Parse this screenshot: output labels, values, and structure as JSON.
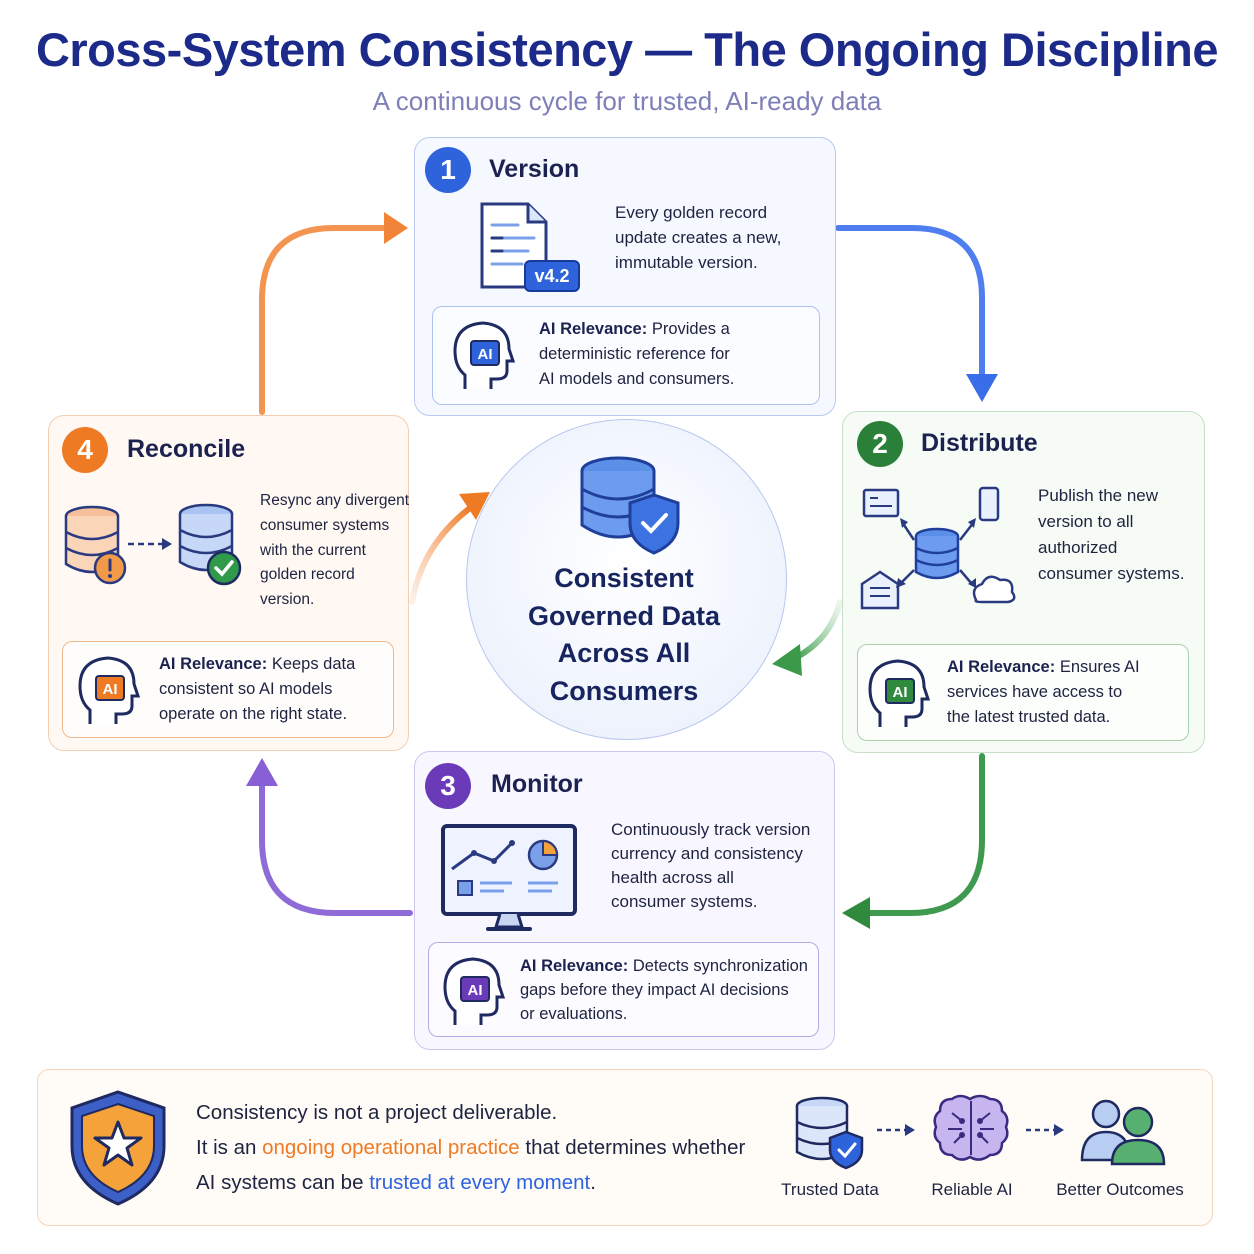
{
  "header": {
    "title": "Cross-System Consistency — The Ongoing Discipline",
    "subtitle": "A continuous cycle for trusted, AI-ready data"
  },
  "colors": {
    "blue": "#3a6ee8",
    "green": "#2f8a3e",
    "purple": "#7144c4",
    "orange": "#ee7a24",
    "title": "#1c2a8a"
  },
  "steps": [
    {
      "number": "1",
      "title": "Version",
      "description": [
        "Every golden record",
        "update creates a new,",
        "immutable version."
      ],
      "badge": "v4.2",
      "icon": "document-icon",
      "ai_label": "AI Relevance:",
      "ai_lines": [
        "Provides a",
        "deterministic reference for",
        "AI models and consumers."
      ],
      "ai_badge": "AI"
    },
    {
      "number": "2",
      "title": "Distribute",
      "description": [
        "Publish the new",
        "version to all",
        "authorized",
        "consumer systems."
      ],
      "icon": "distribution-network-icon",
      "ai_label": "AI Relevance:",
      "ai_lines": [
        "Ensures AI",
        "services have access to",
        "the latest trusted data."
      ],
      "ai_badge": "AI"
    },
    {
      "number": "3",
      "title": "Monitor",
      "description": [
        "Continuously track version",
        "currency and consistency",
        "health across all",
        "consumer systems."
      ],
      "icon": "dashboard-monitor-icon",
      "ai_label": "AI Relevance:",
      "ai_lines": [
        "Detects synchronization",
        "gaps before they impact AI decisions",
        "or evaluations."
      ],
      "ai_badge": "AI"
    },
    {
      "number": "4",
      "title": "Reconcile",
      "description": [
        "Resync any divergent",
        "consumer systems",
        "with the current",
        "golden record",
        "version."
      ],
      "icon": "database-sync-icon",
      "ai_label": "AI Relevance:",
      "ai_lines": [
        "Keeps data",
        "consistent so AI models",
        "operate on the right state."
      ],
      "ai_badge": "AI"
    }
  ],
  "center": {
    "lines": [
      "Consistent",
      "Governed Data",
      "Across All",
      "Consumers"
    ]
  },
  "footer": {
    "line1": "Consistency is not a project deliverable.",
    "line2_pre": "It is an ",
    "line2_highlight": "ongoing operational practice",
    "line2_post": " that determines whether",
    "line3_pre": "AI systems can be ",
    "line3_highlight": "trusted at every moment",
    "line3_post": ".",
    "flow": [
      {
        "label": "Trusted Data",
        "icon": "trusted-database-icon"
      },
      {
        "label": "Reliable AI",
        "icon": "brain-icon"
      },
      {
        "label": "Better Outcomes",
        "icon": "people-icon"
      }
    ]
  }
}
